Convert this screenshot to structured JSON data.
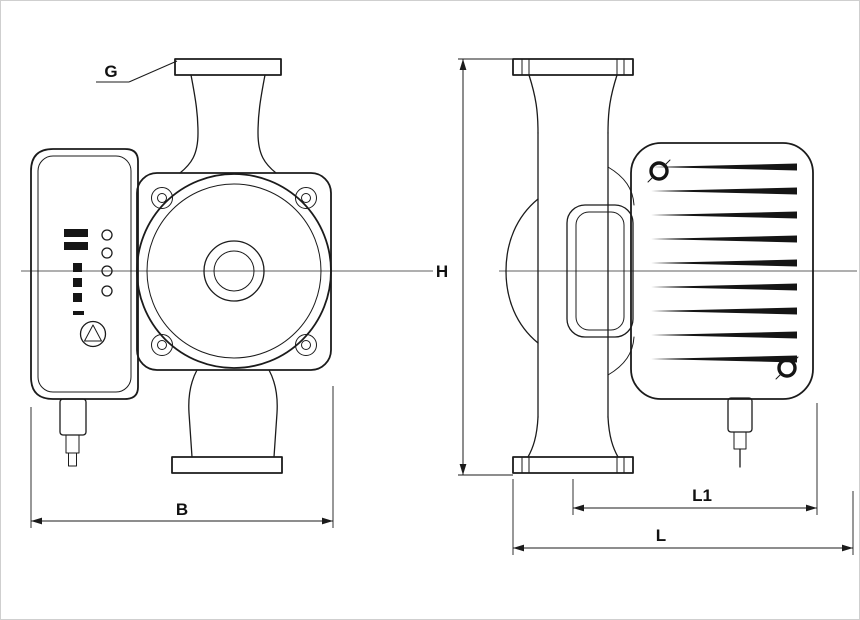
{
  "labels": {
    "g": "G",
    "b": "B",
    "h": "H",
    "l1": "L1",
    "l": "L"
  },
  "colors": {
    "background": "#ffffff",
    "line": "#1b1b1b"
  }
}
